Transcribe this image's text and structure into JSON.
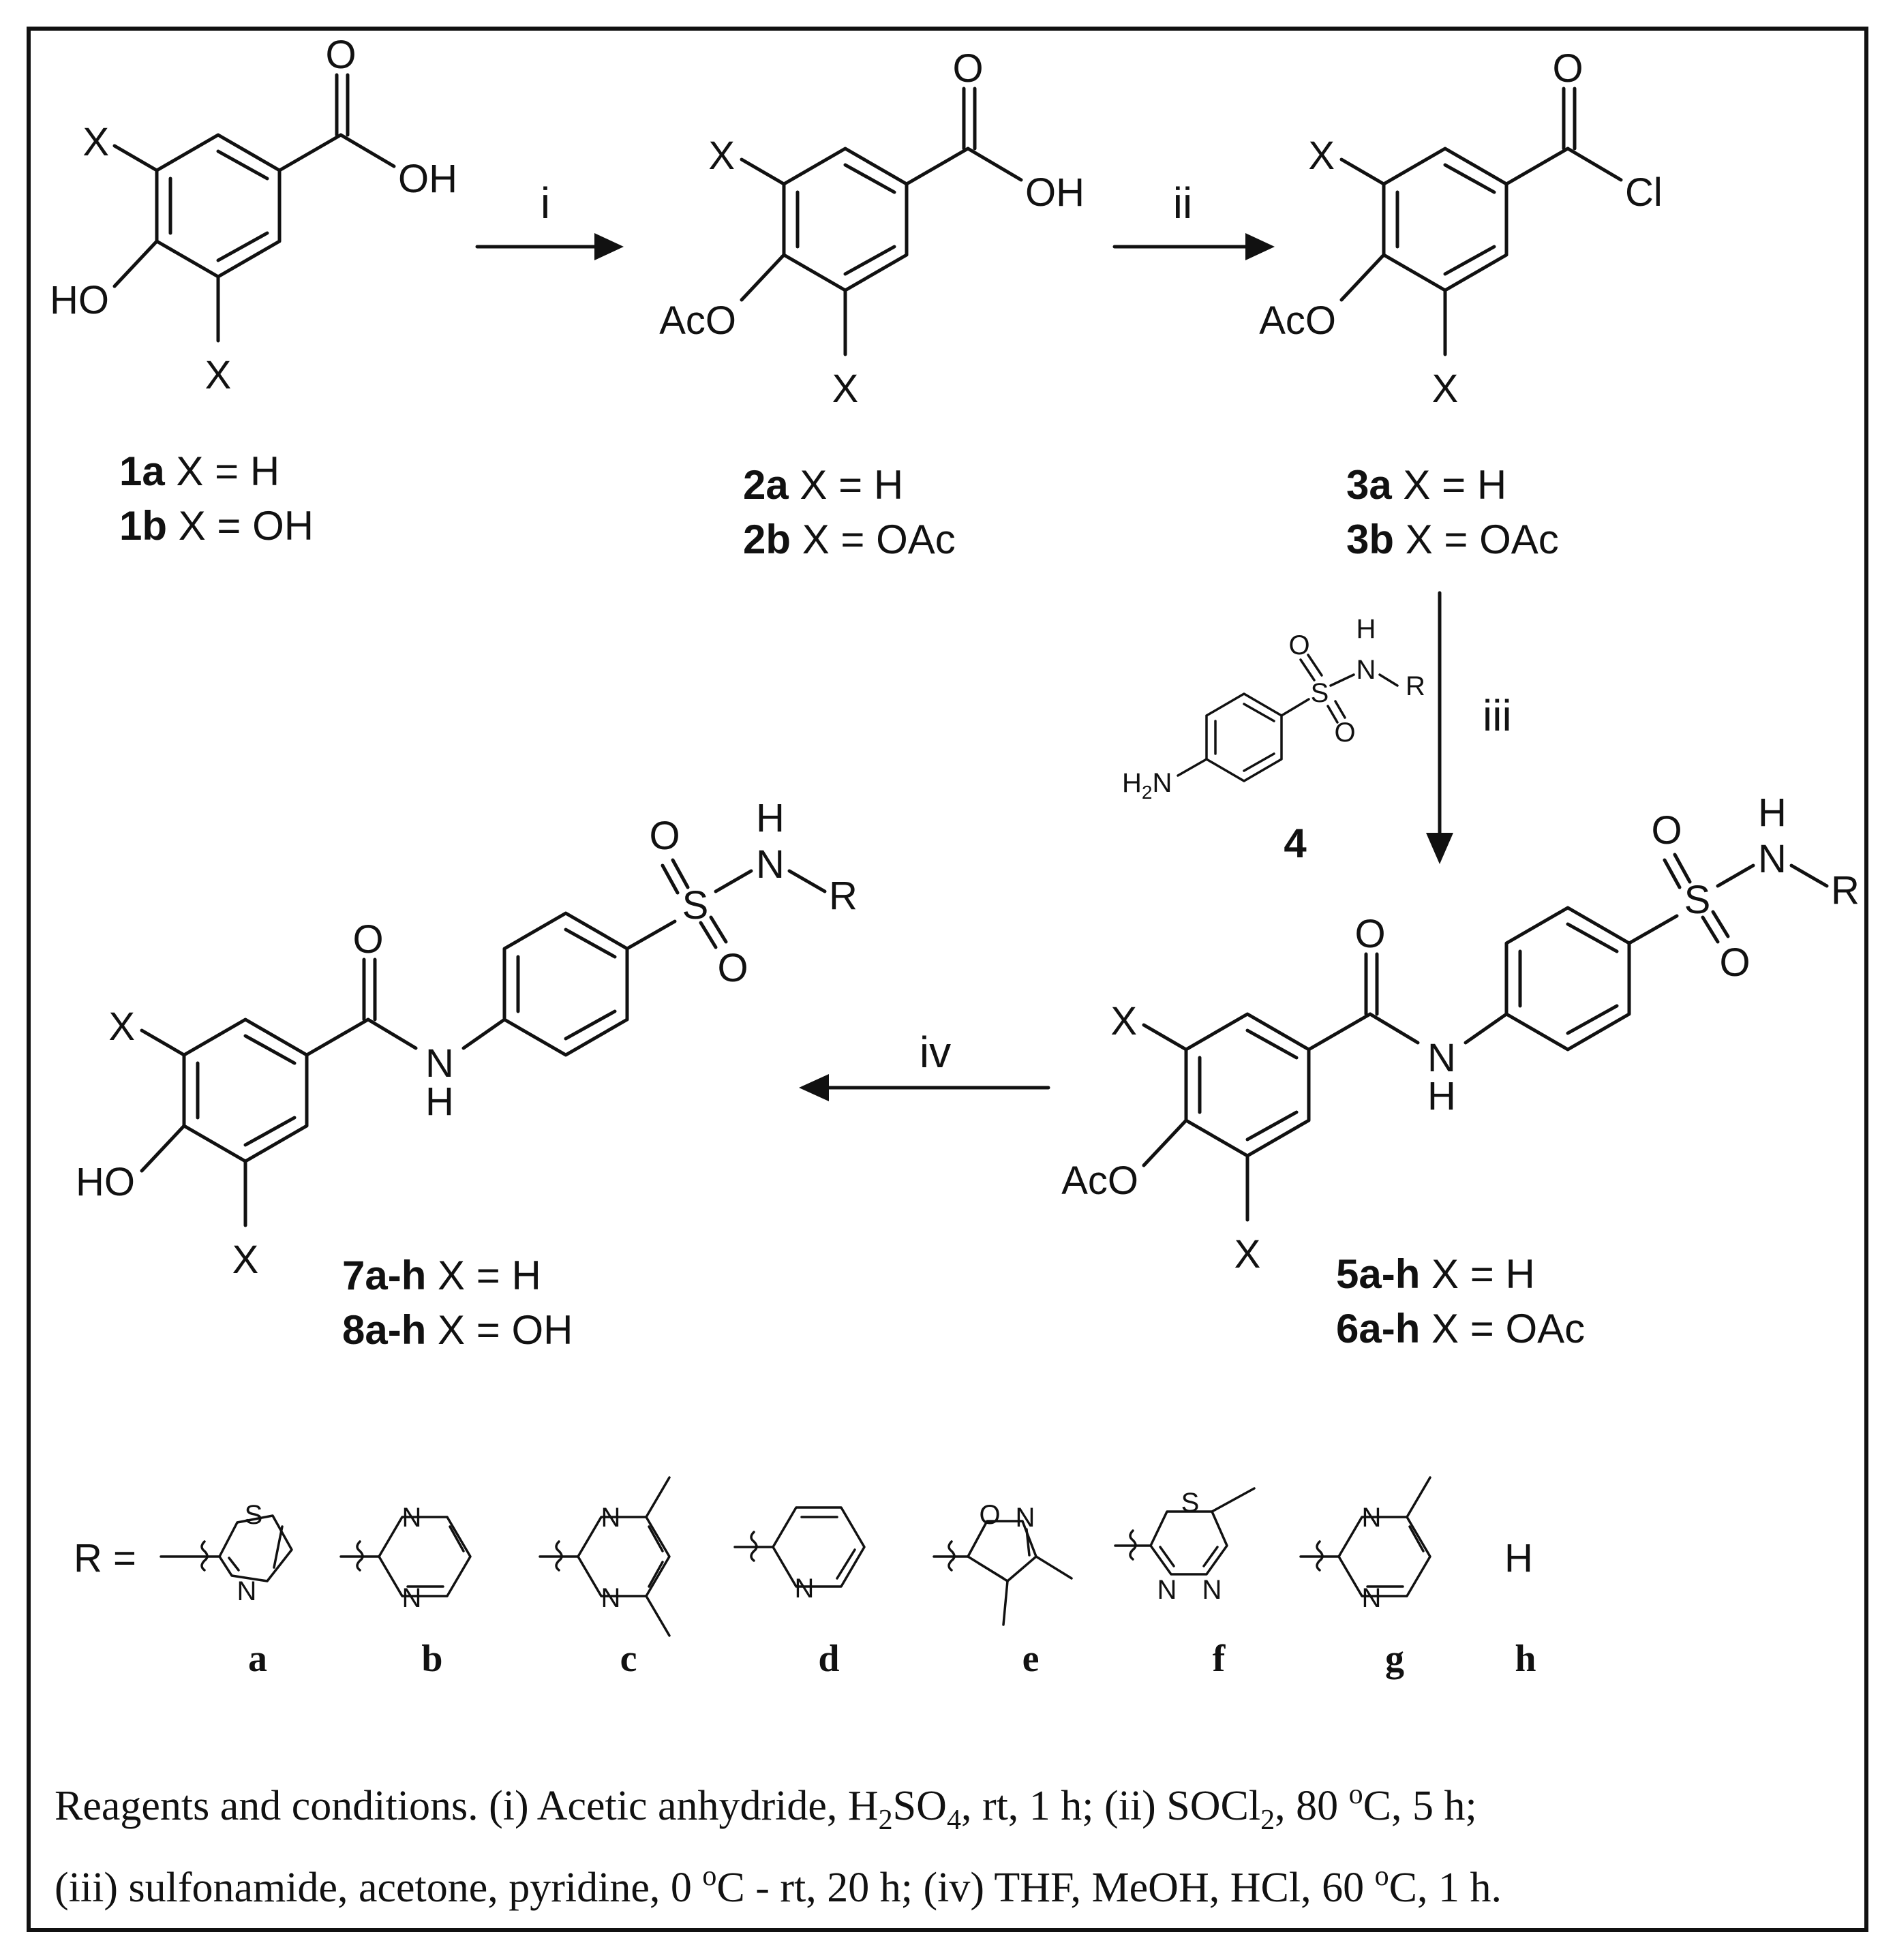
{
  "scheme": {
    "atoms": {
      "X": "X",
      "OH": "OH",
      "HO": "HO",
      "O": "O",
      "Cl": "Cl",
      "AcO": "AcO",
      "H": "H",
      "N": "N",
      "S": "S",
      "R": "R",
      "H2N_main": "H",
      "H2N_sub": "2",
      "H2N_tail": "N"
    },
    "steps": {
      "i": "i",
      "ii": "ii",
      "iii": "iii",
      "iv": "iv"
    },
    "compounds": {
      "c1": {
        "l1_bold": "1a",
        "l1_rest": " X = H",
        "l2_bold": "1b",
        "l2_rest": " X = OH"
      },
      "c2": {
        "l1_bold": "2a",
        "l1_rest": " X = H",
        "l2_bold": "2b",
        "l2_rest": " X = OAc"
      },
      "c3": {
        "l1_bold": "3a",
        "l1_rest": " X = H",
        "l2_bold": "3b",
        "l2_rest": " X = OAc"
      },
      "c4": {
        "label": "4"
      },
      "c56": {
        "l1_bold": "5a-h",
        "l1_rest": " X = H",
        "l2_bold": "6a-h",
        "l2_rest": " X = OAc"
      },
      "c78": {
        "l1_bold": "7a-h",
        "l1_rest": " X = H",
        "l2_bold": "8a-h",
        "l2_rest": " X = OH"
      }
    },
    "r_groups": {
      "prefix": "R =",
      "labels": [
        "a",
        "b",
        "c",
        "d",
        "e",
        "f",
        "g",
        "h"
      ],
      "h_value": "H",
      "atoms": {
        "S": "S",
        "N": "N",
        "O": "O"
      }
    },
    "conditions": {
      "line1": {
        "p1": "Reagents and conditions. (i) Acetic anhydride, H",
        "s1": "2",
        "p2": "SO",
        "s2": "4",
        "p3": ", rt, 1 h; (ii) SOCl",
        "s3": "2",
        "p4": ", 80 ",
        "sup1": "o",
        "p5": "C, 5 h;"
      },
      "line2": {
        "p1": "(iii) sulfonamide, acetone, pyridine, 0 ",
        "sup1": "o",
        "p2": "C - rt, 20 h; (iv) THF, MeOH, HCl, 60 ",
        "sup2": "o",
        "p3": "C, 1 h."
      }
    }
  }
}
